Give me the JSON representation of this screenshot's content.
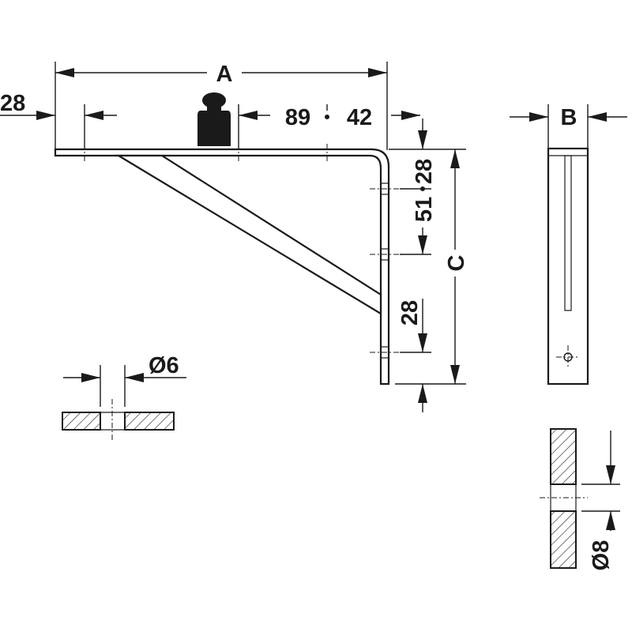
{
  "labels": {
    "dim_a": "A",
    "dim_b": "B",
    "dim_c": "C",
    "hole_offset_left": "28",
    "hole_spacing_top": "89",
    "hole_spacing_top_2": "42",
    "hole_spacing_vertical": "51",
    "hole_offset_vertical_top": "28",
    "hole_offset_vertical_bottom": "28",
    "hole_diameter_horizontal": "Ø6",
    "hole_diameter_vertical": "Ø8"
  }
}
